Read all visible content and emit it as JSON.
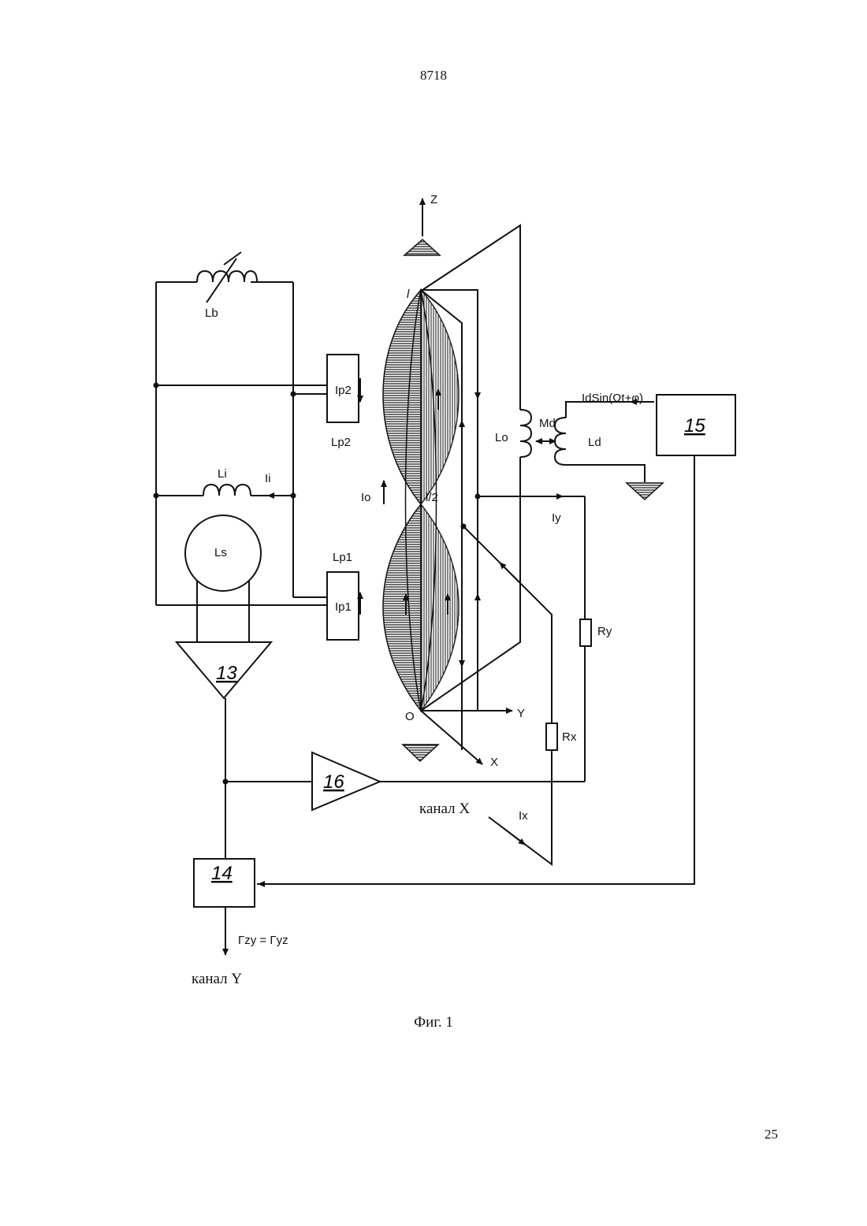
{
  "page": {
    "header_number": "8718",
    "footer_number": "25",
    "caption": "Фиг. 1"
  },
  "diagram": {
    "axes": {
      "z": "Z",
      "y": "Y",
      "x": "X",
      "origin": "O",
      "top_point": "l",
      "mid_point": "l/2"
    },
    "inductors": {
      "lb": "Lb",
      "li": "Li",
      "ls": "Ls",
      "lp1": "Lp1",
      "lp2": "Lp2",
      "lo": "Lo",
      "ld": "Ld",
      "md": "Md"
    },
    "currents": {
      "ip1": "Ip1",
      "ip2": "Ip2",
      "ii": "Ii",
      "io": "Io",
      "iy": "Iy",
      "ix": "Ix",
      "drive": "IdSin(Ωt+φ)"
    },
    "resistors": {
      "ry": "Ry",
      "rx": "Rx"
    },
    "blocks": {
      "b13": "13",
      "b14": "14",
      "b15": "15",
      "b16": "16"
    },
    "channels": {
      "x": "канал X",
      "y": "канал Y"
    },
    "output": "Γzy = Γyz"
  }
}
